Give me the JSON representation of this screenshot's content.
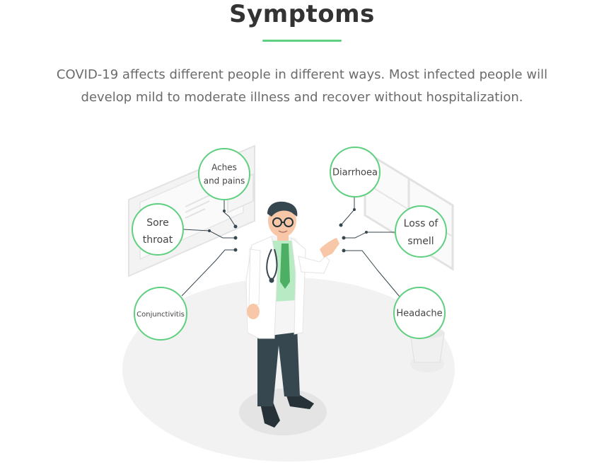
{
  "header": {
    "title": "Symptoms",
    "accent_color": "#5fcf80"
  },
  "intro": {
    "line1": "COVID-19 affects different people in different ways. Most infected people will",
    "line2": "develop mild to moderate illness and recover without hospitalization."
  },
  "symptoms": {
    "aches": {
      "line1": "Aches",
      "line2": "and pains"
    },
    "sore_throat": {
      "line1": "Sore",
      "line2": "throat"
    },
    "conjunctivitis": {
      "label": "Conjunctivitis"
    },
    "diarrhoea": {
      "label": "Diarrhoea"
    },
    "loss_of_smell": {
      "line1": "Loss of",
      "line2": "smell"
    },
    "headache": {
      "label": "Headache"
    }
  },
  "illustration": {
    "subject": "doctor-illustration",
    "coat_color": "#ffffff",
    "tie_color": "#4caf63",
    "shirt_color": "#b8eac4",
    "trouser_color": "#37474f"
  }
}
